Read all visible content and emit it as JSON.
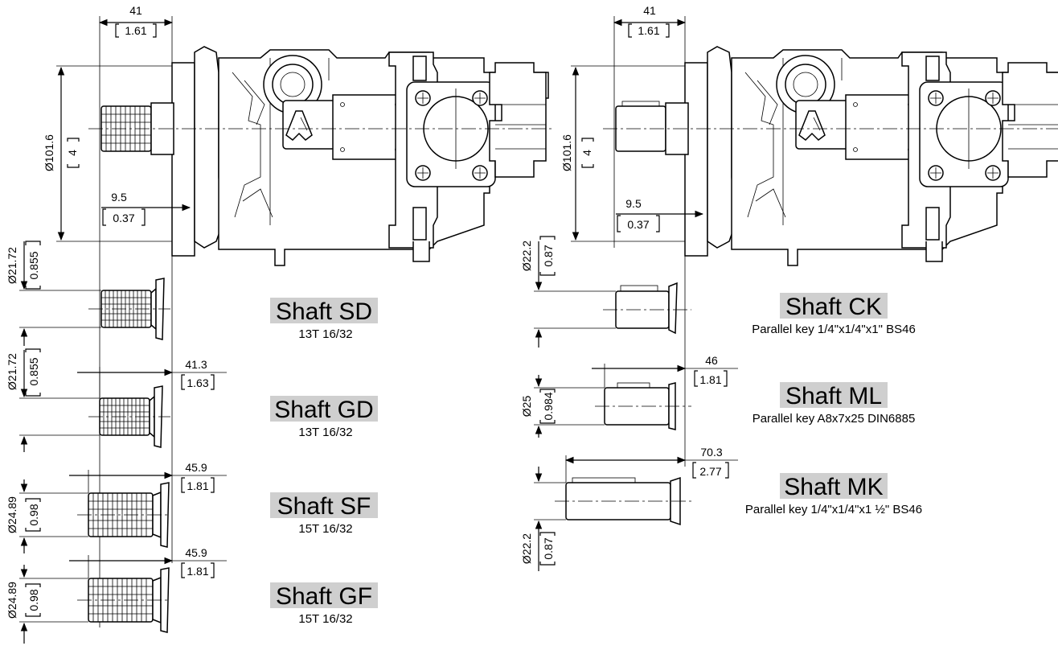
{
  "left_view": {
    "width_dim": "41",
    "width_dim_in": "1.61",
    "flange_dim": "101.6",
    "flange_dim_in": "4",
    "offset_dim": "9.5",
    "offset_dim_in": "0.37"
  },
  "right_view": {
    "width_dim": "41",
    "width_dim_in": "1.61",
    "flange_dim": "101.6",
    "flange_dim_in": "4",
    "offset_dim": "9.5",
    "offset_dim_in": "0.37"
  },
  "diameter_symbol": "Ø",
  "shafts": {
    "sd": {
      "title": "Shaft SD",
      "subtitle": "13T 16/32",
      "dia": "21.72",
      "dia_in": "0.855"
    },
    "gd": {
      "title": "Shaft GD",
      "subtitle": "13T 16/32",
      "dia": "21.72",
      "dia_in": "0.855",
      "len": "41.3",
      "len_in": "1.63"
    },
    "sf": {
      "title": "Shaft SF",
      "subtitle": "15T 16/32",
      "dia": "24.89",
      "dia_in": "0.98",
      "len": "45.9",
      "len_in": "1.81"
    },
    "gf": {
      "title": "Shaft GF",
      "subtitle": "15T 16/32",
      "dia": "24.89",
      "dia_in": "0.98",
      "len": "45.9",
      "len_in": "1.81"
    },
    "ck": {
      "title": "Shaft CK",
      "subtitle": "Parallel key 1/4\"x1/4\"x1\" BS46",
      "dia": "22.2",
      "dia_in": "0.87"
    },
    "ml": {
      "title": "Shaft ML",
      "subtitle": "Parallel key A8x7x25 DIN6885",
      "dia": "25",
      "dia_in": "0.984",
      "len": "46",
      "len_in": "1.81"
    },
    "mk": {
      "title": "Shaft MK",
      "subtitle": "Parallel key 1/4\"x1/4\"x1 ½\" BS46",
      "dia": "22.2",
      "dia_in": "0.87",
      "len": "70.3",
      "len_in": "2.77"
    }
  },
  "colors": {
    "line": "#000000",
    "title_background": "#cfcfcf"
  }
}
